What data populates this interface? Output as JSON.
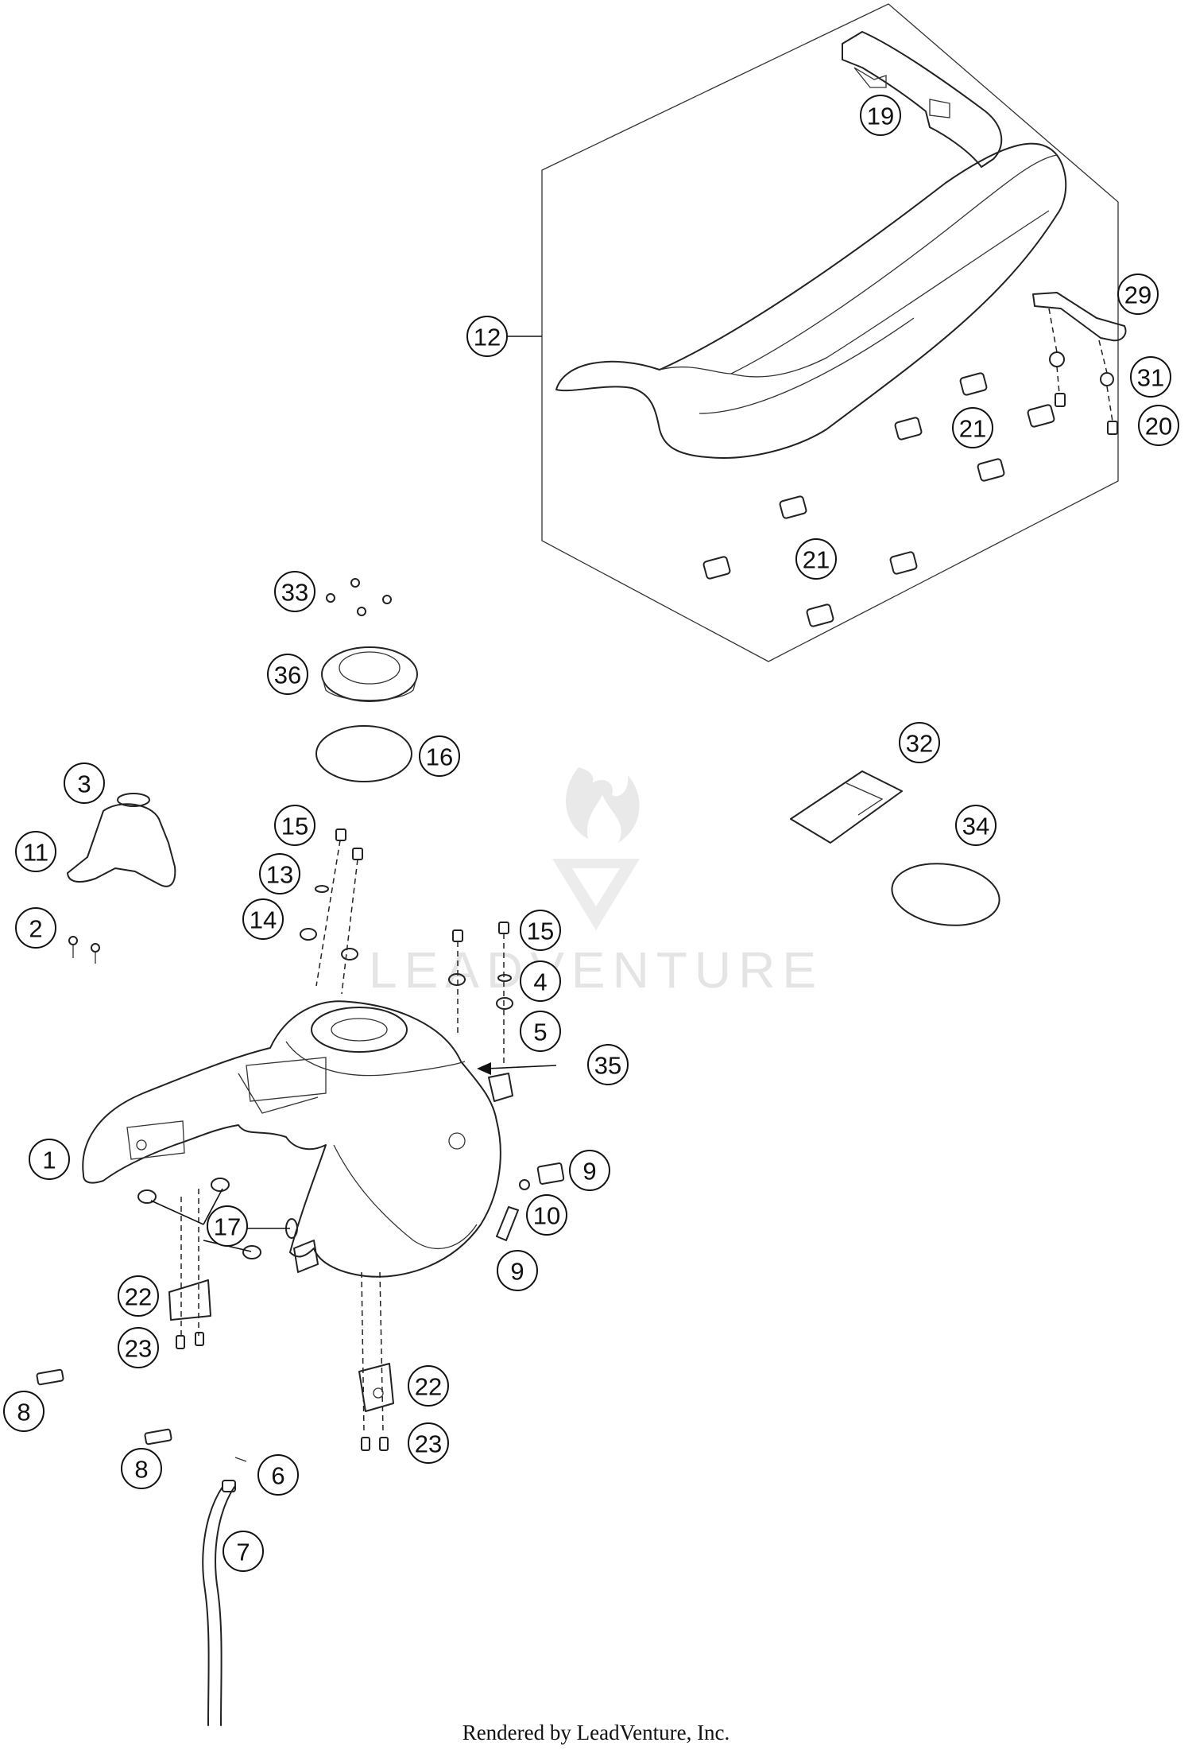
{
  "watermark": {
    "text": "LEADVENTURE"
  },
  "footer": {
    "credit": "Rendered by LeadVenture, Inc."
  },
  "callouts": [
    {
      "id": "c19",
      "label": "19"
    },
    {
      "id": "c29",
      "label": "29"
    },
    {
      "id": "c12",
      "label": "12"
    },
    {
      "id": "c31",
      "label": "31"
    },
    {
      "id": "c20",
      "label": "20"
    },
    {
      "id": "c21a",
      "label": "21"
    },
    {
      "id": "c21b",
      "label": "21"
    },
    {
      "id": "c33",
      "label": "33"
    },
    {
      "id": "c36",
      "label": "36"
    },
    {
      "id": "c16",
      "label": "16"
    },
    {
      "id": "c32",
      "label": "32"
    },
    {
      "id": "c34",
      "label": "34"
    },
    {
      "id": "c3",
      "label": "3"
    },
    {
      "id": "c11",
      "label": "11"
    },
    {
      "id": "c15a",
      "label": "15"
    },
    {
      "id": "c13",
      "label": "13"
    },
    {
      "id": "c14",
      "label": "14"
    },
    {
      "id": "c2",
      "label": "2"
    },
    {
      "id": "c15b",
      "label": "15"
    },
    {
      "id": "c4",
      "label": "4"
    },
    {
      "id": "c5",
      "label": "5"
    },
    {
      "id": "c35",
      "label": "35"
    },
    {
      "id": "c1",
      "label": "1"
    },
    {
      "id": "c9a",
      "label": "9"
    },
    {
      "id": "c10",
      "label": "10"
    },
    {
      "id": "c17",
      "label": "17"
    },
    {
      "id": "c9b",
      "label": "9"
    },
    {
      "id": "c22a",
      "label": "22"
    },
    {
      "id": "c23a",
      "label": "23"
    },
    {
      "id": "c22b",
      "label": "22"
    },
    {
      "id": "c23b",
      "label": "23"
    },
    {
      "id": "c8a",
      "label": "8"
    },
    {
      "id": "c8b",
      "label": "8"
    },
    {
      "id": "c6",
      "label": "6"
    },
    {
      "id": "c7",
      "label": "7"
    }
  ]
}
